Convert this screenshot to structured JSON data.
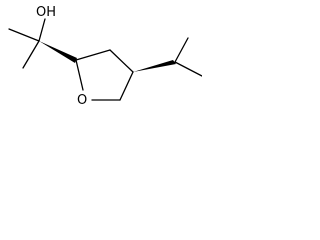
{
  "molecule": {
    "atoms": [
      {
        "id": "hydroxyl-oxygen",
        "label": "OH"
      },
      {
        "id": "ring-oxygen",
        "label": "O"
      }
    ],
    "stereo_bonds": [
      "wedge",
      "wedge"
    ]
  }
}
